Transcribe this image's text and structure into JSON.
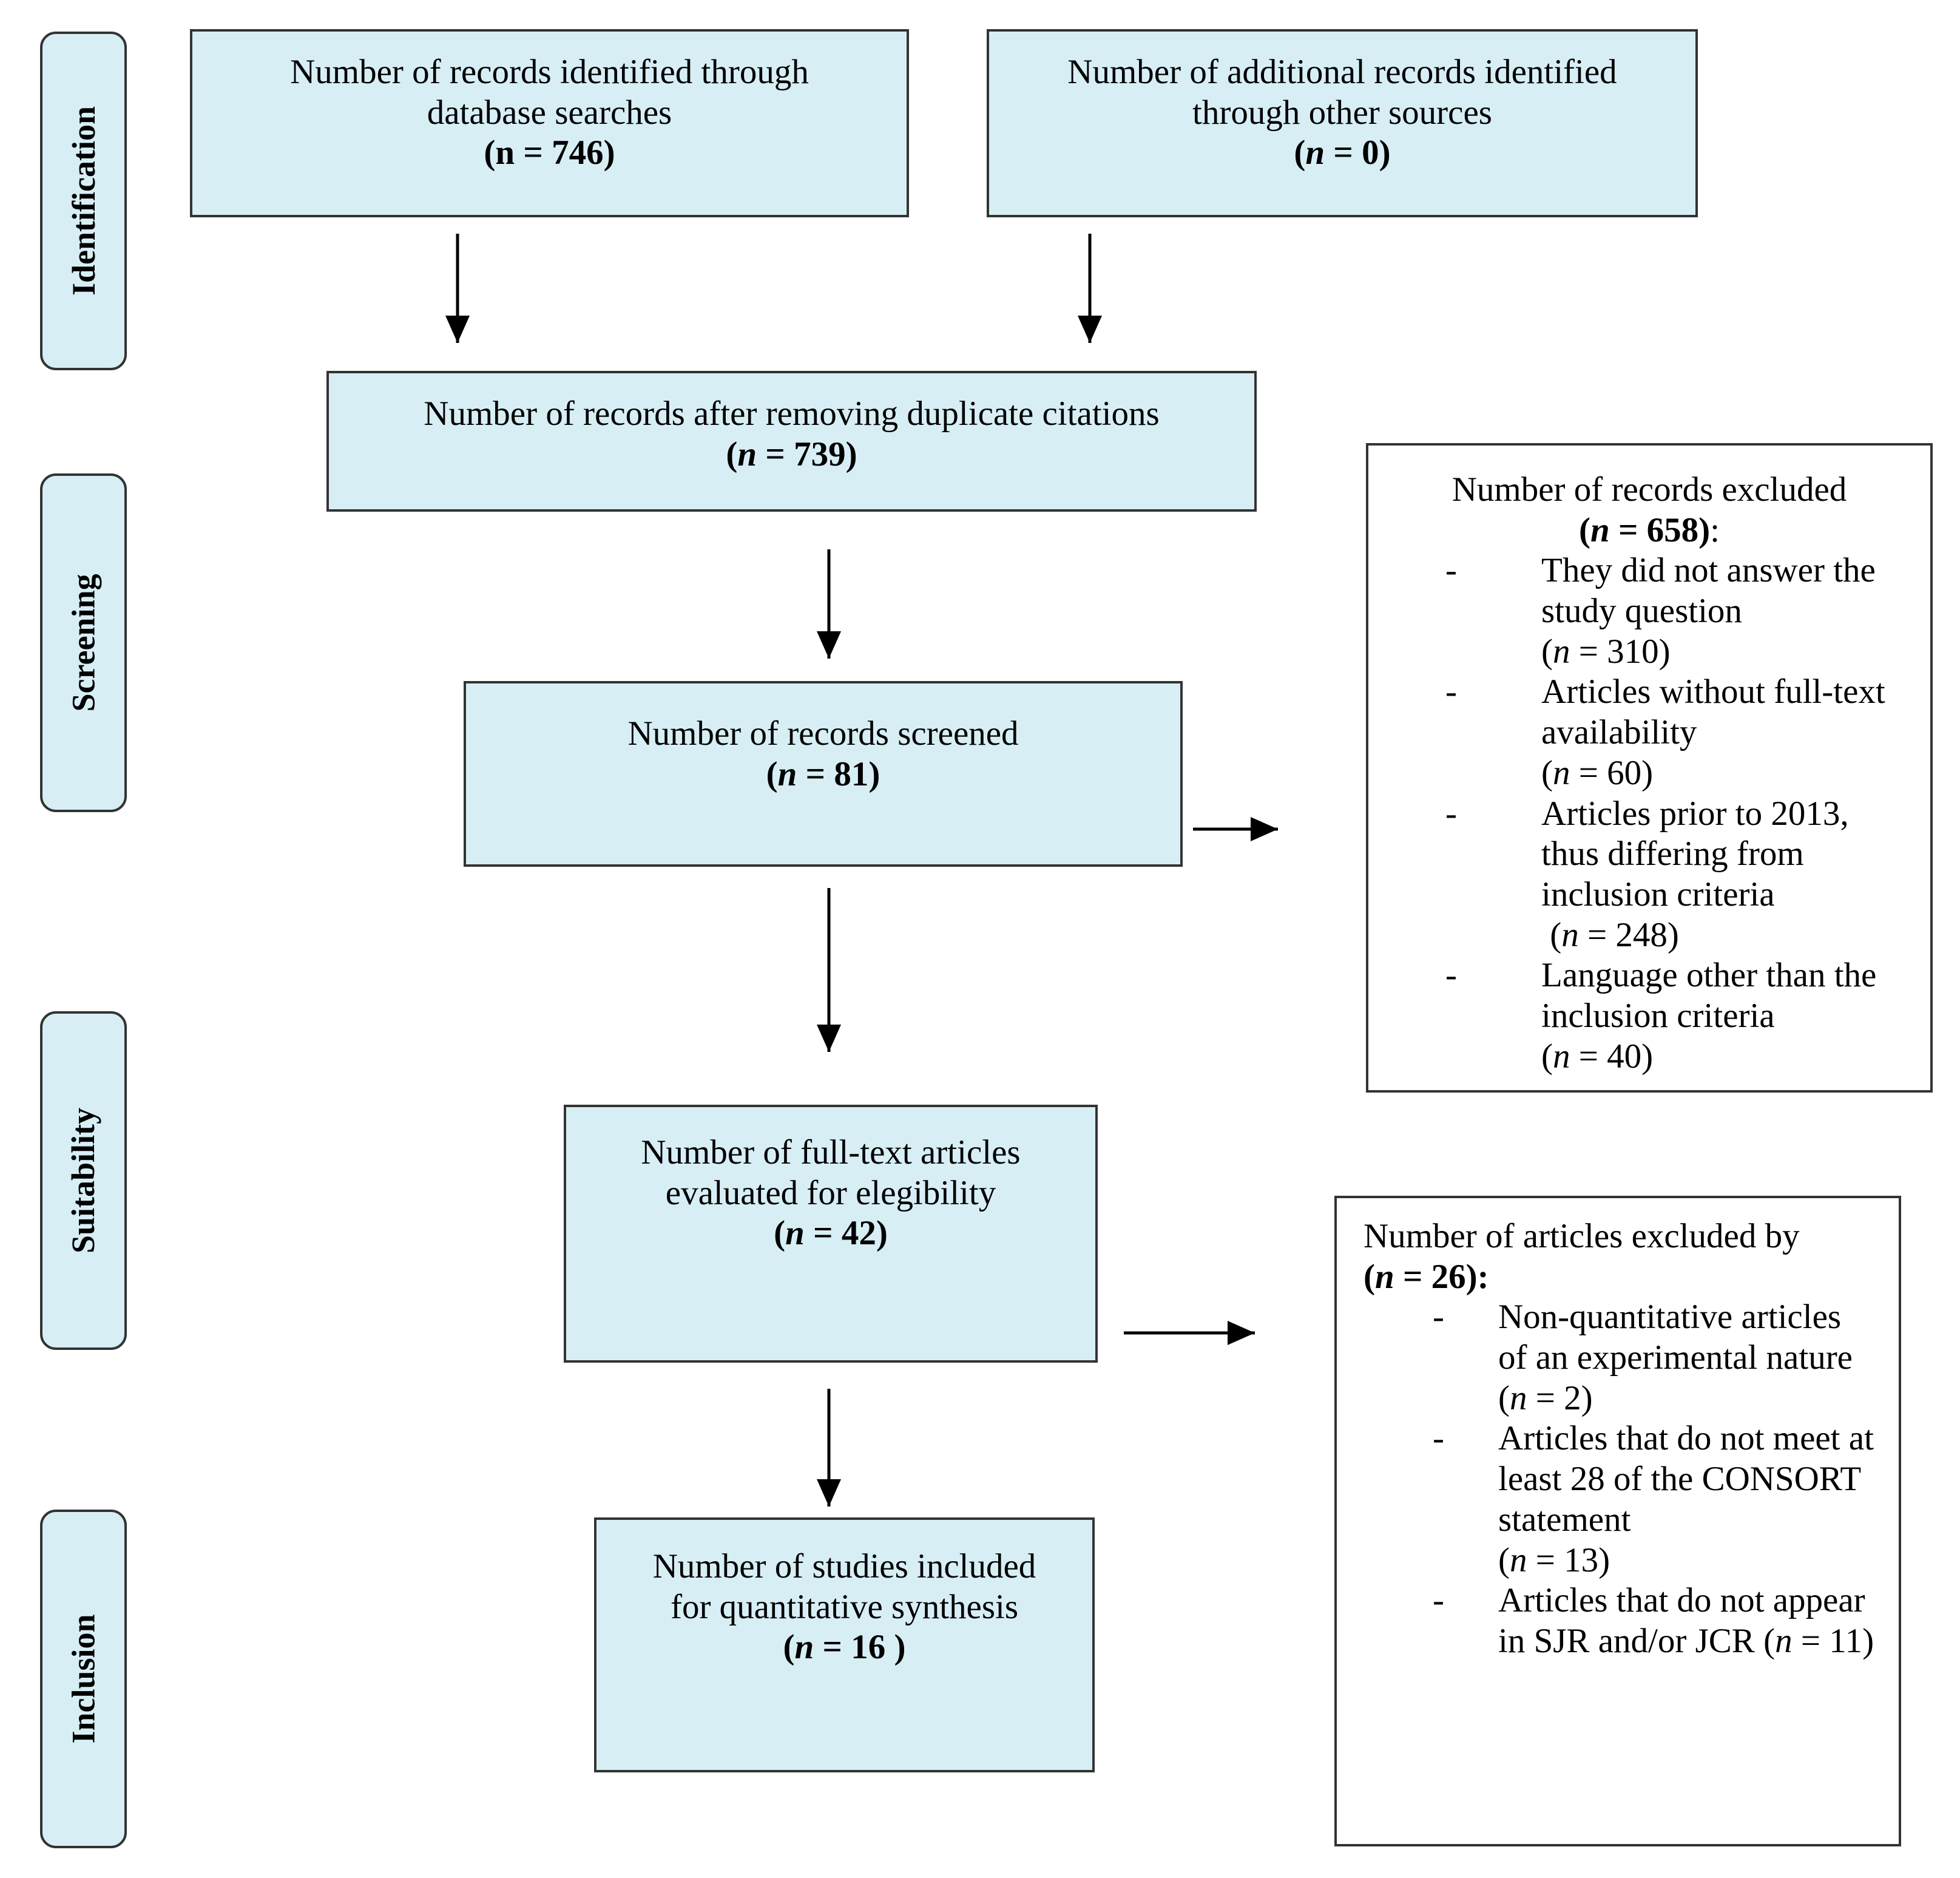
{
  "phases": [
    "Identification",
    "Screening",
    "Suitability",
    "Inclusion"
  ],
  "boxes": {
    "database": {
      "text": "Number of records identified through database searches",
      "n": "(n = 746)"
    },
    "other": {
      "text": "Number of additional records identified through other sources",
      "n_prefix": "(",
      "n_var": "n",
      "n_suffix": " = 0)"
    },
    "dedup": {
      "text": "Number of records after removing duplicate citations",
      "n_prefix": "(",
      "n_var": "n",
      "n_suffix": " = 739)"
    },
    "screened": {
      "text": "Number of records screened",
      "n_prefix": "(",
      "n_var": "n",
      "n_suffix": " = 81)"
    },
    "fulltext": {
      "text": "Number of full-text articles evaluated for elegibility",
      "n_prefix": "(",
      "n_var": "n",
      "n_suffix": " = 42)"
    },
    "included": {
      "text": "Number of studies included for quantitative synthesis",
      "n_prefix": "(",
      "n_var": "n",
      "n_suffix": " = 16 )"
    }
  },
  "excluded_records": {
    "title": "Number of records excluded",
    "n_prefix": "(",
    "n_var": "n",
    "n_suffix": " = 658)",
    "colon": ":",
    "dash": "-",
    "items": [
      {
        "text": "They did not answer the study question",
        "n_prefix": "(",
        "n_var": "n",
        "n_suffix": " = 310)"
      },
      {
        "text": "Articles without full-text availability",
        "n_prefix": "(",
        "n_var": "n",
        "n_suffix": " = 60)"
      },
      {
        "text": "Articles prior to 2013, thus differing from inclusion criteria",
        "n_prefix": " (",
        "n_var": "n",
        "n_suffix": " = 248)"
      },
      {
        "text": "Language other than the inclusion criteria",
        "n_prefix": "(",
        "n_var": "n",
        "n_suffix": " = 40)"
      }
    ]
  },
  "excluded_articles": {
    "title": "Number of articles excluded by",
    "n_prefix": "(",
    "n_var": "n",
    "n_suffix": " = 26):",
    "dash": "-",
    "items": [
      {
        "text": "Non-quantitative articles of an experimental nature",
        "n_prefix": "(",
        "n_var": "n",
        "n_suffix": " = 2)"
      },
      {
        "text": "Articles that do not meet at least 28 of the CONSORT statement",
        "n_prefix": "(",
        "n_var": "n",
        "n_suffix": " = 13)"
      },
      {
        "text": "Articles that do not appear in SJR and/or JCR",
        "n_prefix": " (",
        "n_var": "n",
        "n_suffix": " = 11)"
      }
    ]
  }
}
